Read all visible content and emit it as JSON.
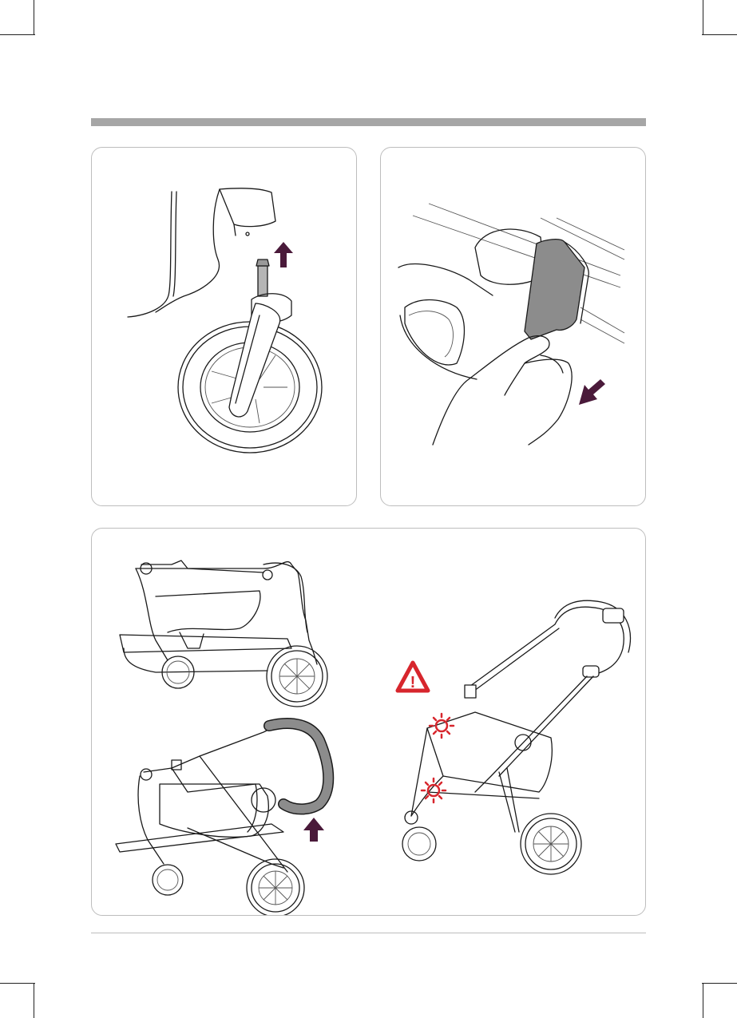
{
  "header": {
    "bar_color": "#a6a6a6"
  },
  "colors": {
    "arrow": "#4a1a3a",
    "warning": "#d7262d",
    "grip": "#8c8c8c",
    "outline": "#1a1a1a",
    "panel_border": "#bdbdbd"
  },
  "panels": [
    {
      "name": "wheel-removal",
      "icons": [
        "front-wheel-illustration",
        "up-arrow-icon"
      ]
    },
    {
      "name": "hand-pulling-strap",
      "icons": [
        "hand-illustration",
        "down-left-arrow-icon"
      ]
    },
    {
      "name": "stroller-unfold",
      "icons": [
        "folded-stroller-illustration",
        "half-folded-stroller-illustration",
        "up-arrow-icon",
        "warning-triangle-icon",
        "click-lock-icon",
        "unfolded-stroller-illustration"
      ]
    }
  ],
  "warning": {
    "symbol": "!"
  }
}
